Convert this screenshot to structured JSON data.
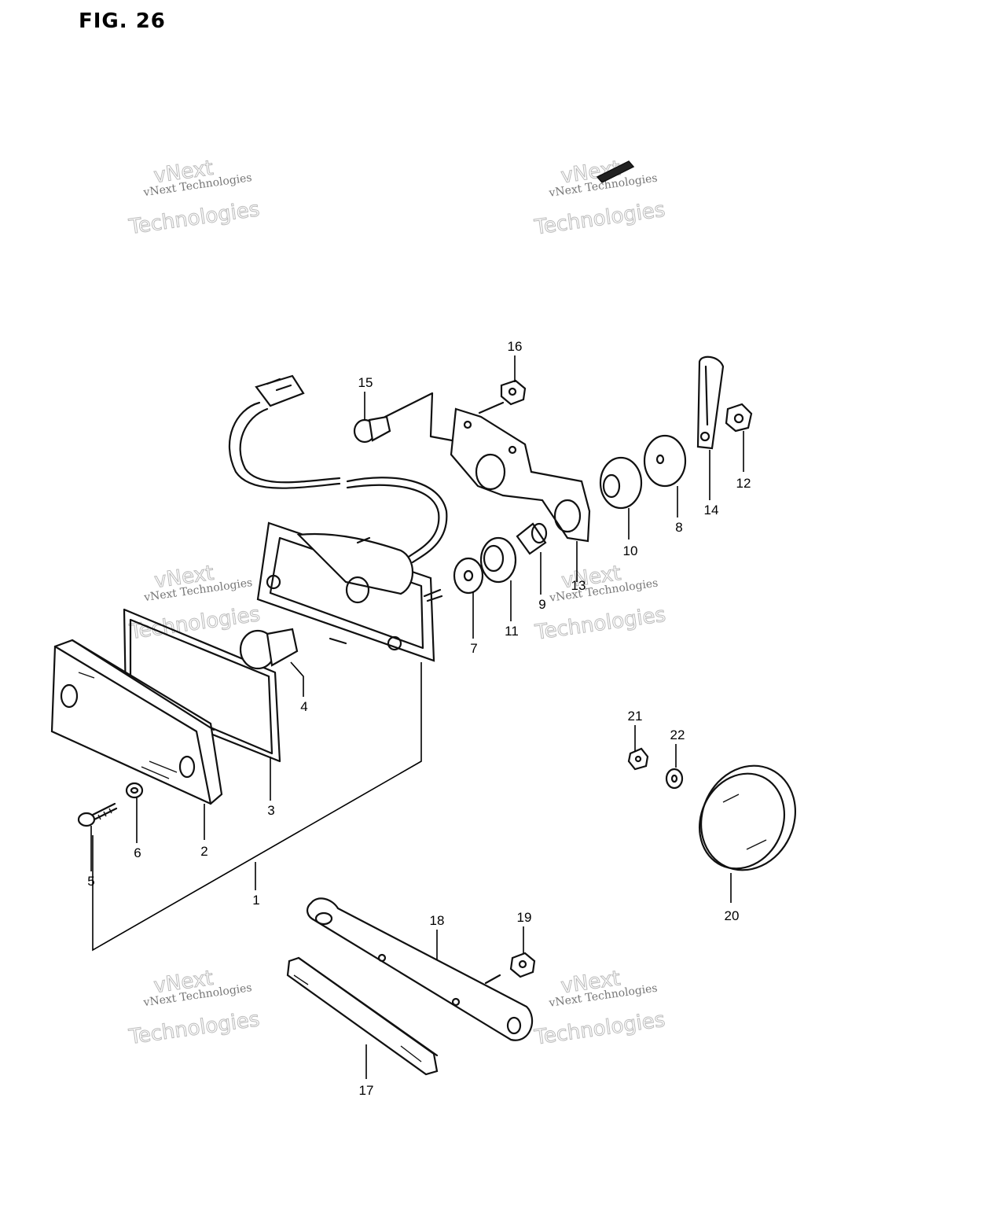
{
  "figure": {
    "title": "FIG. 26"
  },
  "watermark": {
    "line1": "vNext Technologies",
    "line2": "vNext",
    "line3": "Technologies"
  },
  "callouts": [
    "1",
    "2",
    "3",
    "4",
    "5",
    "6",
    "7",
    "8",
    "9",
    "10",
    "11",
    "12",
    "13",
    "14",
    "15",
    "16",
    "17",
    "18",
    "19",
    "20",
    "21",
    "22"
  ]
}
